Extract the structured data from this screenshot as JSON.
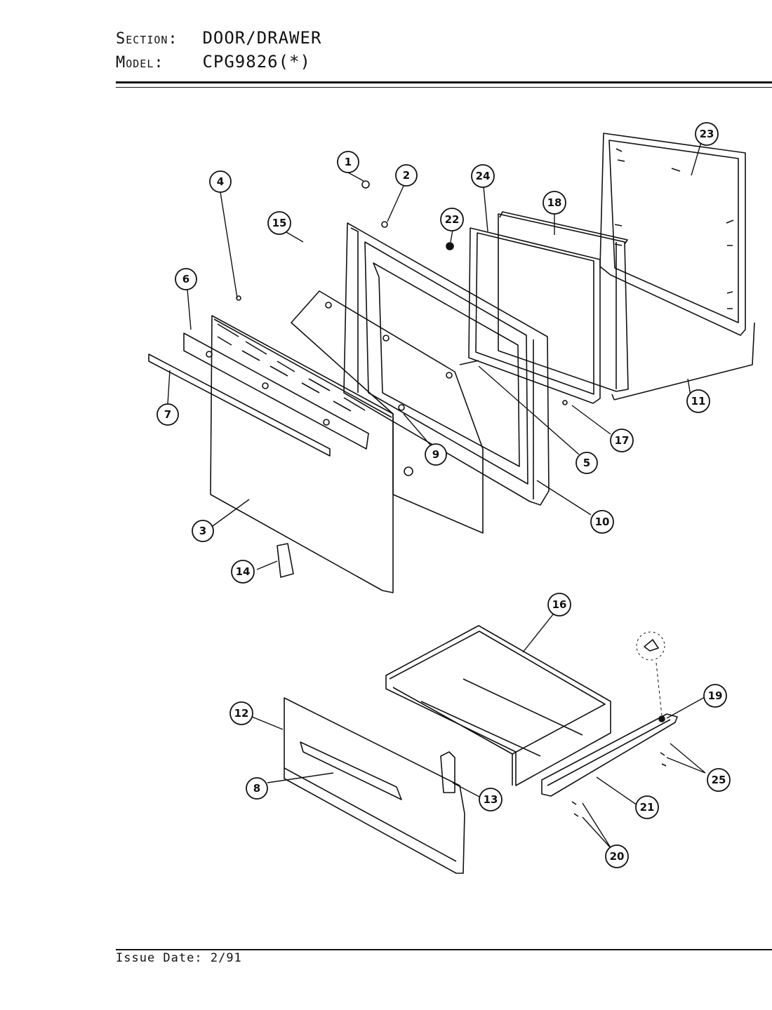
{
  "header": {
    "section_label": "Section:",
    "section_value": "DOOR/DRAWER",
    "model_label": "Model:",
    "model_value": "CPG9826(*)"
  },
  "footer": {
    "issue_label": "Issue Date:",
    "issue_value": "2/91"
  },
  "callouts": [
    "1",
    "2",
    "3",
    "4",
    "5",
    "6",
    "7",
    "8",
    "9",
    "10",
    "11",
    "12",
    "13",
    "14",
    "15",
    "16",
    "17",
    "18",
    "19",
    "20",
    "21",
    "22",
    "23",
    "24",
    "25"
  ]
}
